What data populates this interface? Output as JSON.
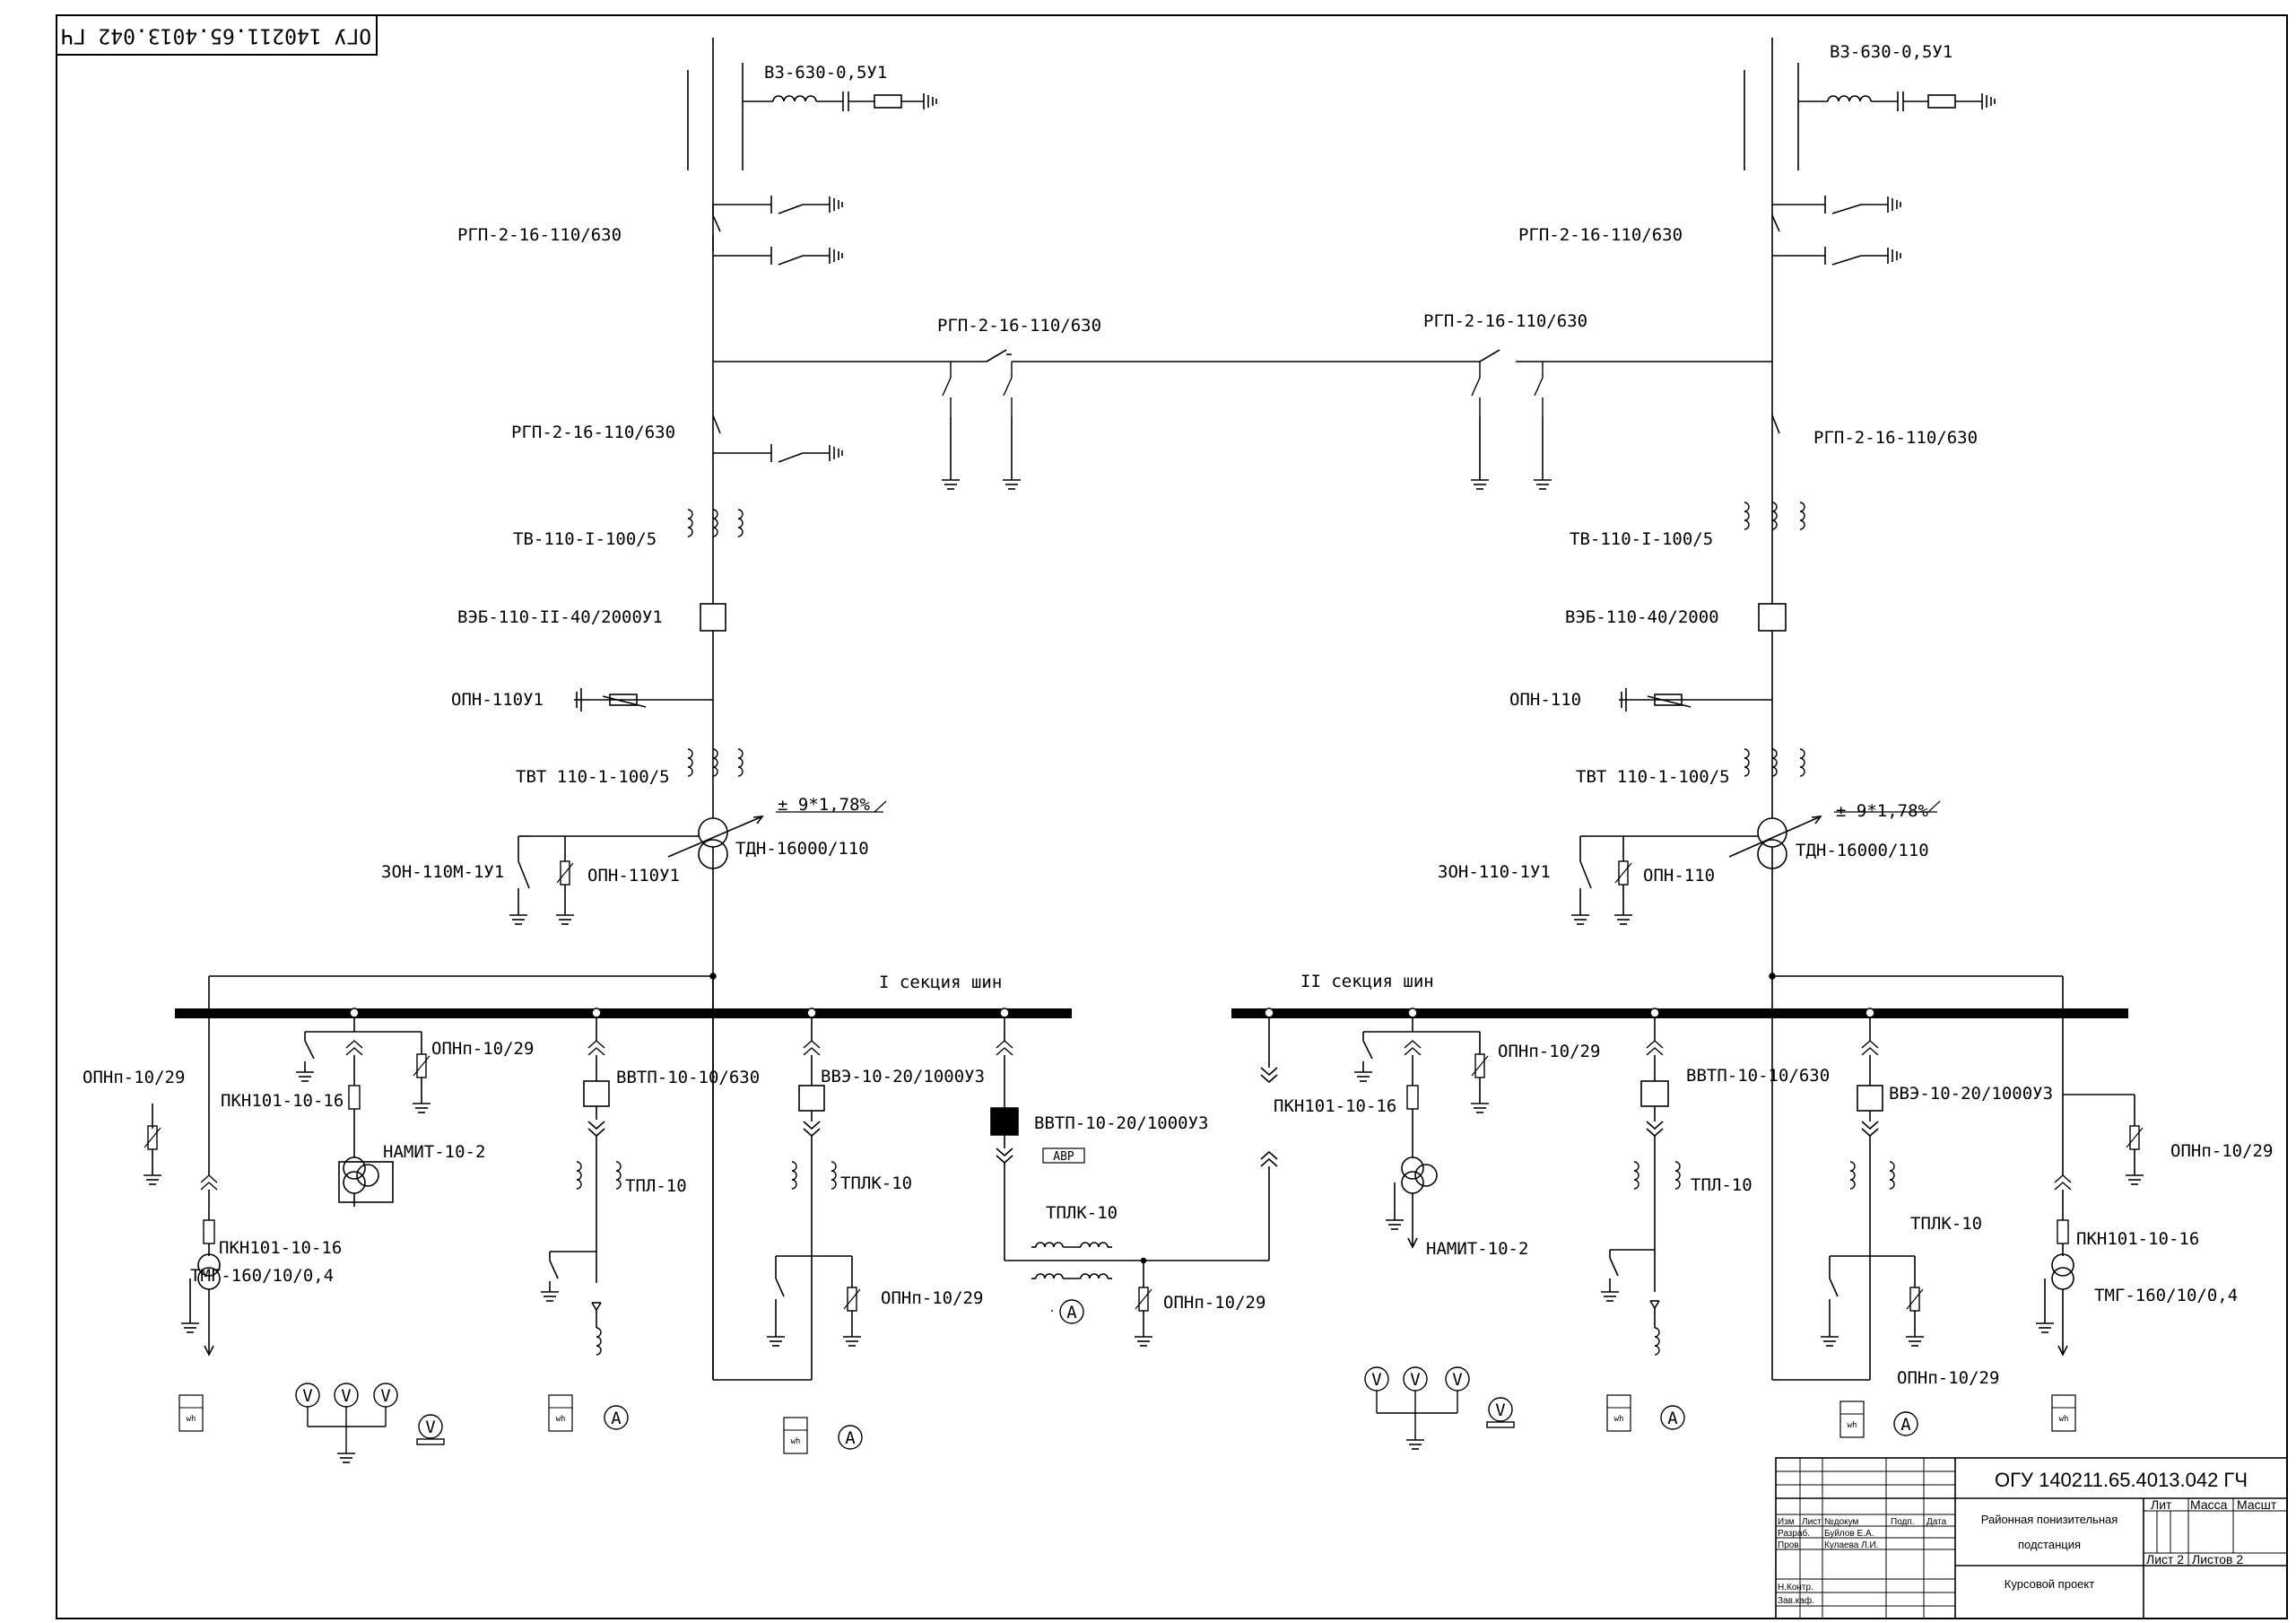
{
  "doc_code_flipped": "ОГУ 140211.65.4013.042 ГЧ",
  "left_feed": {
    "breaker": "ВЗ-630-0,5У1",
    "disc_top": "РГП-2-16-110/630",
    "bridge_disc": "РГП-2-16-110/630",
    "disc_low": "РГП-2-16-110/630",
    "ct": "ТВ-110-I-100/5",
    "cb": "ВЭБ-110-II-40/2000У1",
    "arrester": "ОПН-110У1",
    "ct2": "ТВТ 110-1-100/5",
    "tap": "± 9*1,78%",
    "transformer": "ТДН-16000/110",
    "neutral_disc": "ЗОН-110М-1У1",
    "neutral_arr": "ОПН-110У1"
  },
  "right_feed": {
    "breaker": "ВЗ-630-0,5У1",
    "disc_top": "РГП-2-16-110/630",
    "bridge_disc": "РГП-2-16-110/630",
    "disc_low": "РГП-2-16-110/630",
    "ct": "ТВ-110-I-100/5",
    "cb": "ВЭБ-110-40/2000",
    "arrester": "ОПН-110",
    "ct2": "ТВТ 110-1-100/5",
    "tap": "± 9*1,78%",
    "transformer": "ТДН-16000/110",
    "neutral_disc": "ЗОН-110-1У1",
    "neutral_arr": "ОПН-110"
  },
  "bus1": "I секция шин",
  "bus2": "II секция шин",
  "sec1": {
    "opn_left": "ОПНп-10/29",
    "pkn": "ПКН101-10-16",
    "opn_vt": "ОПНп-10/29",
    "vt": "НАМИТ-10-2",
    "pkn2": "ПКН101-10-16",
    "tsn": "ТМГ-160/10/0,4",
    "f1_cb": "ВВТП-10-10/630",
    "f1_ct": "ТПЛ-10",
    "f2_cb": "ВВЭ-10-20/1000У3",
    "f2_ct": "ТПЛК-10",
    "f2_opn": "ОПНп-10/29"
  },
  "tie": {
    "cb": "ВВТП-10-20/1000У3",
    "avr": "АВР",
    "ct": "ТПЛК-10",
    "opn": "ОПНп-10/29",
    "pkn": "ПКН101-10-16"
  },
  "sec2": {
    "opn_vt": "ОПНп-10/29",
    "vt": "НАМИТ-10-2",
    "f1_cb": "ВВТП-10-10/630",
    "f1_ct": "ТПЛ-10",
    "f2_cb": "ВВЭ-10-20/1000У3",
    "f2_ct": "ТПЛК-10",
    "f2_opn": "ОПНп-10/29",
    "opn_right": "ОПНп-10/29",
    "pkn": "ПКН101-10-16",
    "tsn": "ТМГ-160/10/0,4"
  },
  "meters": {
    "v": "V",
    "a": "A",
    "wh": "wh"
  },
  "stamp": {
    "code": "ОГУ 140211.65.4013.042 ГЧ",
    "title1": "Районная понизительная",
    "title2": "подстанция",
    "subtitle": "Курсовой проект",
    "izm": "Изм",
    "list": "Лист",
    "ndoc": "№докум",
    "podp": "Подп.",
    "data": "Дата",
    "razrab": "Разраб.",
    "razrab_name": "Буйлов Е.А.",
    "prov": "Пров.",
    "prov_name": "Кулаева Л.И.",
    "nkontr": "Н.Контр.",
    "zavkaf": "Зав.каф.",
    "lit": "Лит",
    "massa": "Масса",
    "masht": "Масшт",
    "sheet": "Лист 2",
    "sheets": "Листов 2"
  }
}
